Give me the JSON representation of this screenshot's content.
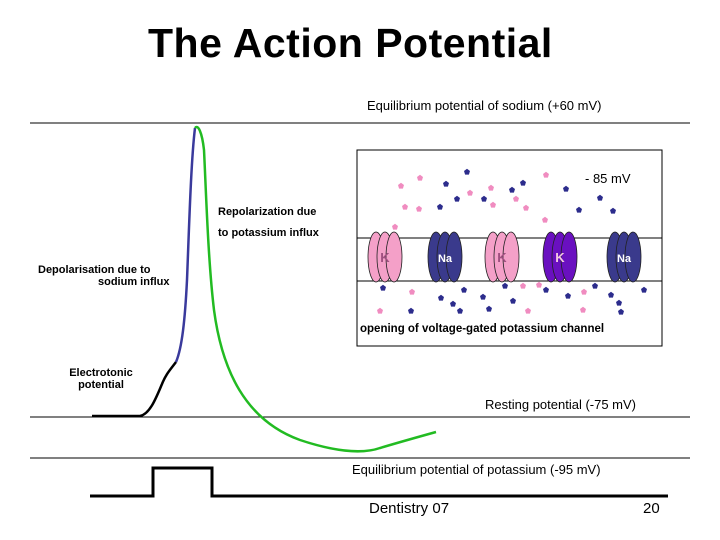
{
  "slide": {
    "title": "The Action Potential",
    "footer": "Dentistry 07",
    "page_number": "20"
  },
  "levels": {
    "sodium_equilibrium": "Equilibrium potential of sodium (+60 mV)",
    "resting": "Resting potential (-75 mV)",
    "potassium_equilibrium": "Equilibrium potential of potassium (-95 mV)"
  },
  "phases": {
    "electrotonic_line1": "Electrotonic",
    "electrotonic_line2": "potential",
    "depolarisation_line1": "Depolarisation due to",
    "depolarisation_line2": "sodium influx",
    "repolarization_line1": "Repolarization due",
    "repolarization_line2": "to potassium influx"
  },
  "inset": {
    "voltage_label": "- 85 mV",
    "caption": "opening of voltage-gated potassium channel",
    "channels": [
      {
        "label": "K",
        "kind": "potassium",
        "color": "#f4a0c8"
      },
      {
        "label": "Na",
        "kind": "sodium",
        "color": "#3a3a8c"
      },
      {
        "label": "K",
        "kind": "potassium",
        "color": "#f4a0c8"
      },
      {
        "label": "K",
        "kind": "potassium-open",
        "color": "#6a10c0"
      },
      {
        "label": "Na",
        "kind": "sodium",
        "color": "#3a3a8c"
      }
    ]
  },
  "colors": {
    "rising_trace": "#3a3a9c",
    "falling_trace": "#22bb22",
    "stimulus_trace": "#000000",
    "potassium_ion": "#f08cc0",
    "sodium_ion": "#2c2c8c"
  }
}
